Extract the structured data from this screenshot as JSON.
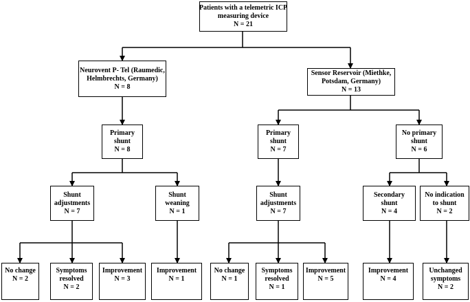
{
  "nodes": {
    "root": {
      "lines": [
        "Patients with a telemetric ICP",
        "measuring device",
        "N = 21"
      ]
    },
    "neurovent": {
      "lines": [
        "Neurovent P- Tel (Raumedic,",
        "Helmbrechts, Germany)",
        "N = 8"
      ]
    },
    "sensor": {
      "lines": [
        "Sensor Reservoir (Miethke,",
        "Potsdam, Germany)",
        "N = 13"
      ]
    },
    "primary_a": {
      "lines": [
        "Primary",
        "shunt",
        "N = 8"
      ]
    },
    "primary_b": {
      "lines": [
        "Primary",
        "shunt",
        "N = 7"
      ]
    },
    "no_primary": {
      "lines": [
        "No primary",
        "shunt",
        "N = 6"
      ]
    },
    "adjust_a": {
      "lines": [
        "Shunt",
        "adjustments",
        "N = 7"
      ]
    },
    "weaning": {
      "lines": [
        "Shunt",
        "weaning",
        "N = 1"
      ]
    },
    "adjust_b": {
      "lines": [
        "Shunt",
        "adjustments",
        "N = 7"
      ]
    },
    "secondary": {
      "lines": [
        "Secondary",
        "shunt",
        "N = 4"
      ]
    },
    "no_indication": {
      "lines": [
        "No indication",
        "to shunt",
        "N = 2"
      ]
    },
    "nochange_a": {
      "lines": [
        "No change",
        "N = 2"
      ]
    },
    "resolved_a": {
      "lines": [
        "Symptoms",
        "resolved",
        "N = 2"
      ]
    },
    "improve_a": {
      "lines": [
        "Improvement",
        "N = 3"
      ]
    },
    "improve_w": {
      "lines": [
        "Improvement",
        "N = 1"
      ]
    },
    "nochange_b": {
      "lines": [
        "No change",
        "N = 1"
      ]
    },
    "resolved_b": {
      "lines": [
        "Symptoms",
        "resolved",
        "N = 1"
      ]
    },
    "improve_b": {
      "lines": [
        "Improvement",
        "N = 5"
      ]
    },
    "improve_s": {
      "lines": [
        "Improvement",
        "N = 4"
      ]
    },
    "unchanged": {
      "lines": [
        "Unchanged",
        "symptoms",
        "N = 2"
      ]
    }
  },
  "colors": {
    "line": "#000000",
    "background": "#ffffff",
    "text": "#000000"
  }
}
